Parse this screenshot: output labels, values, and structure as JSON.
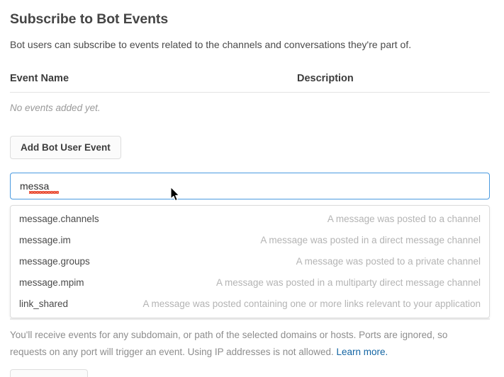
{
  "page": {
    "title": "Subscribe to Bot Events",
    "subtitle": "Bot users can subscribe to events related to the channels and conversations they're part of."
  },
  "events_table": {
    "columns": {
      "event_name": "Event Name",
      "description": "Description"
    },
    "empty_message": "No events added yet.",
    "rows": []
  },
  "actions": {
    "add_bot_user_event": "Add Bot User Event"
  },
  "event_search": {
    "value": "messa",
    "placeholder": "",
    "spellcheck_error": true
  },
  "event_dropdown": {
    "items": [
      {
        "name": "message.channels",
        "description": "A message was posted to a channel"
      },
      {
        "name": "message.im",
        "description": "A message was posted in a direct message channel"
      },
      {
        "name": "message.groups",
        "description": "A message was posted to a private channel"
      },
      {
        "name": "message.mpim",
        "description": "A message was posted in a multiparty direct message channel"
      },
      {
        "name": "link_shared",
        "description": "A message was posted containing one or more links relevant to your application"
      }
    ]
  },
  "helper": {
    "text": "You'll receive events for any subdomain, or path of the selected domains or hosts. Ports are ignored, so requests on any port will trigger an event. Using IP addresses is not allowed. ",
    "link_label": "Learn more."
  },
  "colors": {
    "focus_border": "#4a9ae0",
    "link": "#1264a3",
    "text_primary": "#454545",
    "text_muted": "#8d8d8d",
    "spellcheck_underline": "#e8482f",
    "divider": "#e3e3e3"
  }
}
